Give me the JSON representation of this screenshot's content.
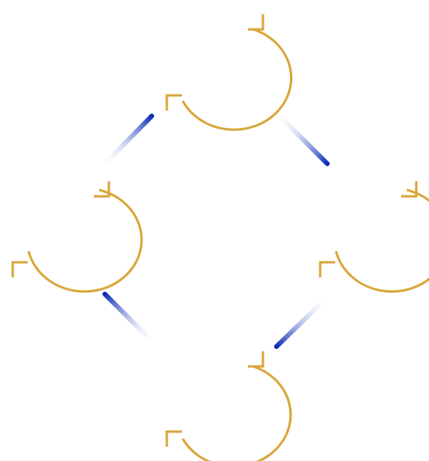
{
  "diagram": {
    "type": "cycle",
    "node_count": 4,
    "node_style": "circular-arrow-loop",
    "connector_style": "gradient-line"
  },
  "colors": {
    "background": "#ffffff",
    "node_stroke": "#d9a63a",
    "connector_strong": "#0a2bb5",
    "connector_faint": "#ffffff"
  },
  "icons": {
    "node_loop": "circular-arrow-icon",
    "connector": "gradient-connector"
  }
}
